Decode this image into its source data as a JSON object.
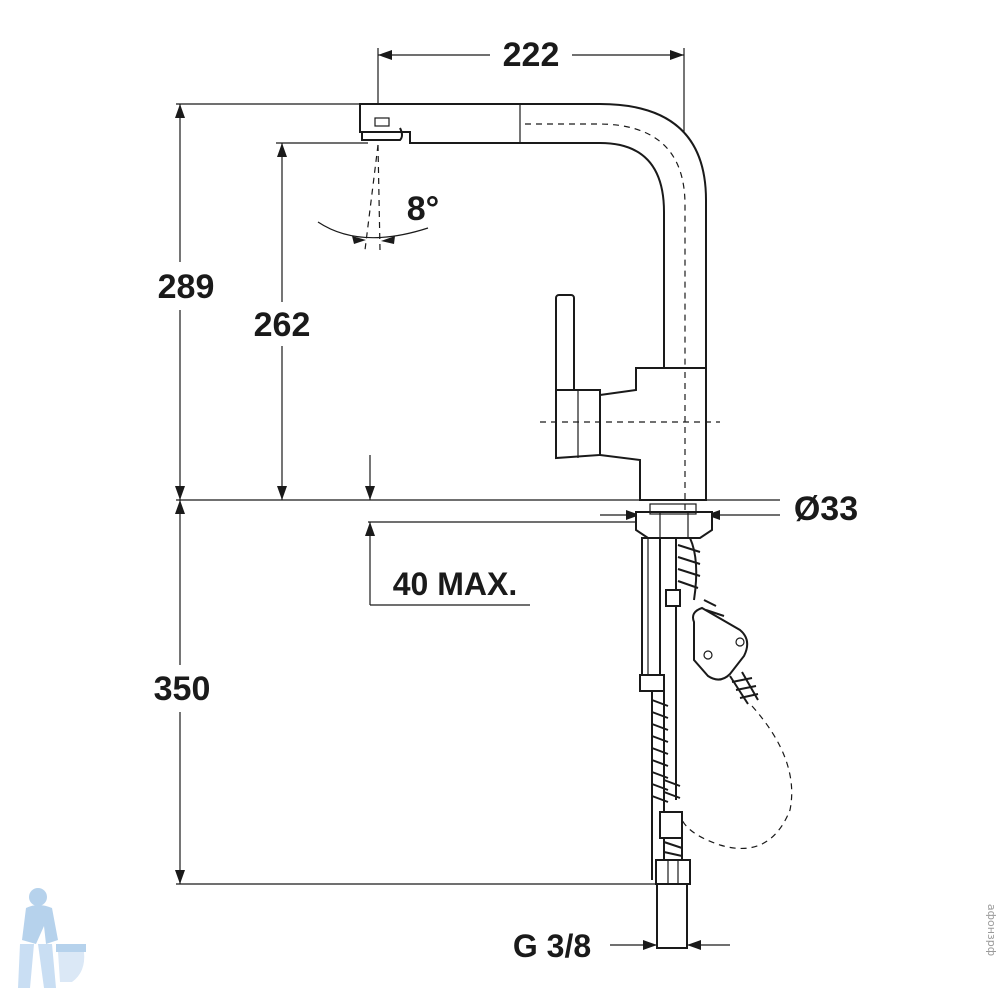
{
  "dimensions": {
    "spout_reach": "222",
    "total_height": "289",
    "outlet_height": "262",
    "spray_angle": "8°",
    "base_diameter": "Ø33",
    "max_deck_thickness": "40 MAX.",
    "hose_length": "350",
    "connection_thread": "G 3/8"
  },
  "watermark": {
    "site_text": "афонзрф"
  },
  "colors": {
    "line": "#1a1a1a",
    "background": "#ffffff",
    "logo": "#9ec3e6"
  }
}
